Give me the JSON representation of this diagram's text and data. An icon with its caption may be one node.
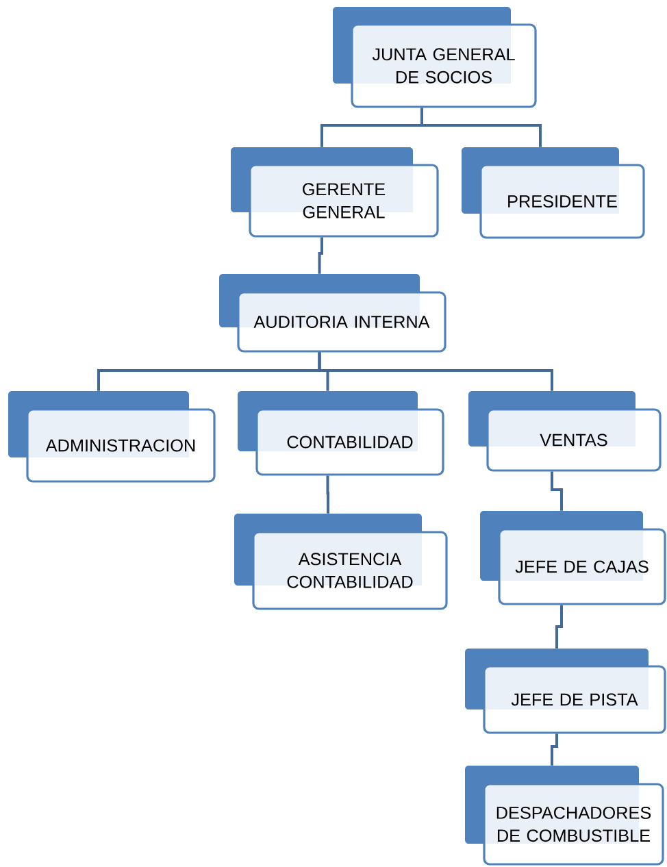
{
  "diagram": {
    "nodes": [
      {
        "text": [
          "JUNTA GENERAL DE SOCIOS"
        ]
      },
      {
        "text": [
          "GERENTE GENERAL"
        ]
      },
      {
        "text": [
          "PRESIDENTE"
        ]
      },
      {
        "text": [
          "AUDITORIA INTERNA"
        ]
      },
      {
        "text": [
          "ADMINISTRACION"
        ]
      },
      {
        "text": [
          "CONTABILIDAD"
        ]
      },
      {
        "text": [
          "VENTAS"
        ]
      },
      {
        "text": [
          "ASISTENCIA CONTABILIDAD"
        ]
      },
      {
        "text": [
          "JEFE DE CAJAS"
        ]
      },
      {
        "text": [
          "JEFE DE PISTA"
        ]
      },
      {
        "text": [
          "DESPACHADORES DE COMBUSTIBLE"
        ]
      }
    ],
    "edges": [
      {
        "from": 0,
        "to": 1,
        "arrow": "none"
      },
      {
        "from": 0,
        "to": 2,
        "arrow": "none"
      },
      {
        "from": 1,
        "to": 3,
        "arrow": "none"
      },
      {
        "from": 3,
        "to": 4,
        "arrow": "none"
      },
      {
        "from": 3,
        "to": 5,
        "arrow": "none"
      },
      {
        "from": 3,
        "to": 6,
        "arrow": "none"
      },
      {
        "from": 5,
        "to": 7,
        "arrow": "none"
      },
      {
        "from": 6,
        "to": 8,
        "arrow": "none"
      },
      {
        "from": 8,
        "to": 9,
        "arrow": "none"
      },
      {
        "from": 9,
        "to": 10,
        "arrow": "none"
      }
    ]
  }
}
